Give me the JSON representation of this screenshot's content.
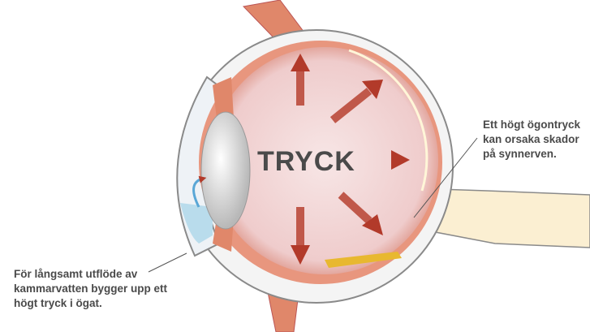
{
  "center_label": "TRYCK",
  "annotations": {
    "left": "För långsamt utflöde av kammarvatten bygger upp ett högt tryck i ögat.",
    "right": "Ett högt ögontryck kan orsaka skador på synnerven."
  },
  "colors": {
    "sclera_outline": "#8a8a8a",
    "vitreous": "#f3dada",
    "arrow": "#b23a2a",
    "muscle": "#e0876a",
    "optic_nerve": "#fbefd2",
    "aqueous": "#b9dcec"
  }
}
